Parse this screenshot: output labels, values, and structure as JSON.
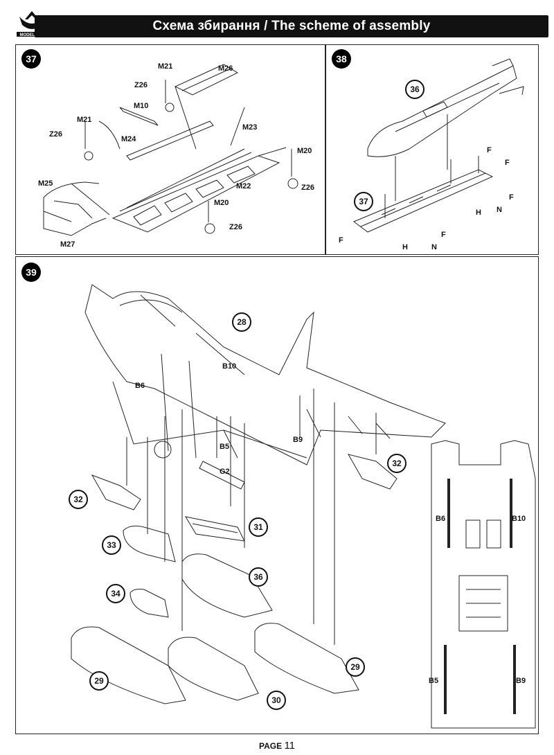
{
  "header": {
    "title": "Схема збирання / The scheme of assembly",
    "logo_text": "MODELSVIT"
  },
  "steps": {
    "s37": {
      "number": "37",
      "labels": [
        "M21",
        "M26",
        "Z26",
        "M10",
        "M21",
        "M23",
        "Z26",
        "M24",
        "M20",
        "M25",
        "M22",
        "Z26",
        "M20",
        "Z26",
        "M27"
      ]
    },
    "s38": {
      "number": "38",
      "part_ref": "36",
      "sub_ref": "37",
      "labels": [
        "F",
        "F",
        "F",
        "H",
        "N",
        "F",
        "F",
        "H",
        "N"
      ]
    },
    "s39": {
      "number": "39",
      "part_refs": [
        "28",
        "32",
        "32",
        "33",
        "31",
        "36",
        "34",
        "29",
        "30",
        "29"
      ],
      "labels": [
        "B10",
        "B6",
        "B5",
        "B9",
        "G2"
      ],
      "inset_labels": [
        "B6",
        "B10",
        "B5",
        "B9"
      ]
    }
  },
  "footer": {
    "page_label": "PAGE",
    "page_number": "11"
  }
}
